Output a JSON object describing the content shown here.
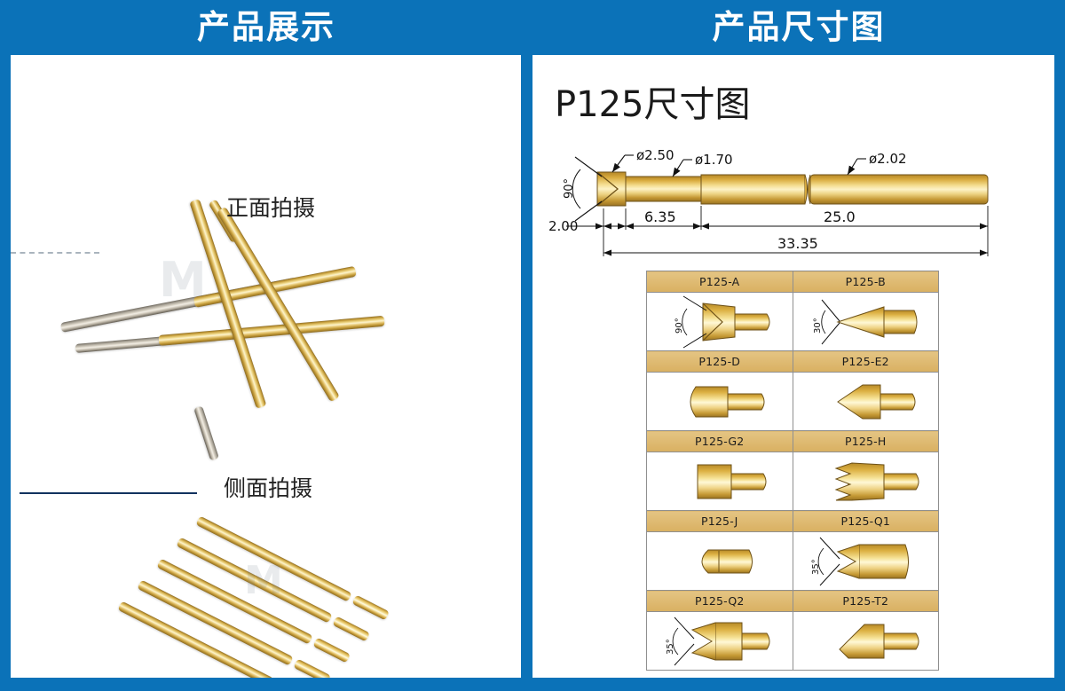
{
  "page": {
    "accent_blue": "#0b72b8",
    "table_header_tan": "#ddb86d",
    "gold": "#e8c253"
  },
  "headers": {
    "left": "产品展示",
    "right": "产品尺寸图"
  },
  "left_panel": {
    "labels": {
      "front": "正面拍摄",
      "side": "侧面拍摄"
    },
    "watermark": "M"
  },
  "right_panel": {
    "drawing_title": "P125尺寸图",
    "dimensions": {
      "angle": "90°",
      "dia_head": "ø2.50",
      "dia_mid": "ø1.70",
      "dia_barrel": "ø2.02",
      "len_tip": "2.00",
      "len_plunger": "6.35",
      "len_barrel": "25.0",
      "len_total": "33.35"
    },
    "variant_table": {
      "rows": [
        {
          "cells": [
            {
              "label": "P125-A",
              "tip": "spear90",
              "angle": "90°"
            },
            {
              "label": "P125-B",
              "tip": "cone30",
              "angle": "30°"
            }
          ]
        },
        {
          "cells": [
            {
              "label": "P125-D",
              "tip": "round",
              "angle": ""
            },
            {
              "label": "P125-E2",
              "tip": "sharp",
              "angle": ""
            }
          ]
        },
        {
          "cells": [
            {
              "label": "P125-G2",
              "tip": "flat",
              "angle": ""
            },
            {
              "label": "P125-H",
              "tip": "crown4",
              "angle": ""
            }
          ]
        },
        {
          "cells": [
            {
              "label": "P125-J",
              "tip": "bullet",
              "angle": ""
            },
            {
              "label": "P125-Q1",
              "tip": "crown2",
              "angle": "35°"
            }
          ]
        },
        {
          "cells": [
            {
              "label": "P125-Q2",
              "tip": "crown3",
              "angle": "35°"
            },
            {
              "label": "P125-T2",
              "tip": "bevel",
              "angle": ""
            }
          ]
        }
      ]
    }
  }
}
